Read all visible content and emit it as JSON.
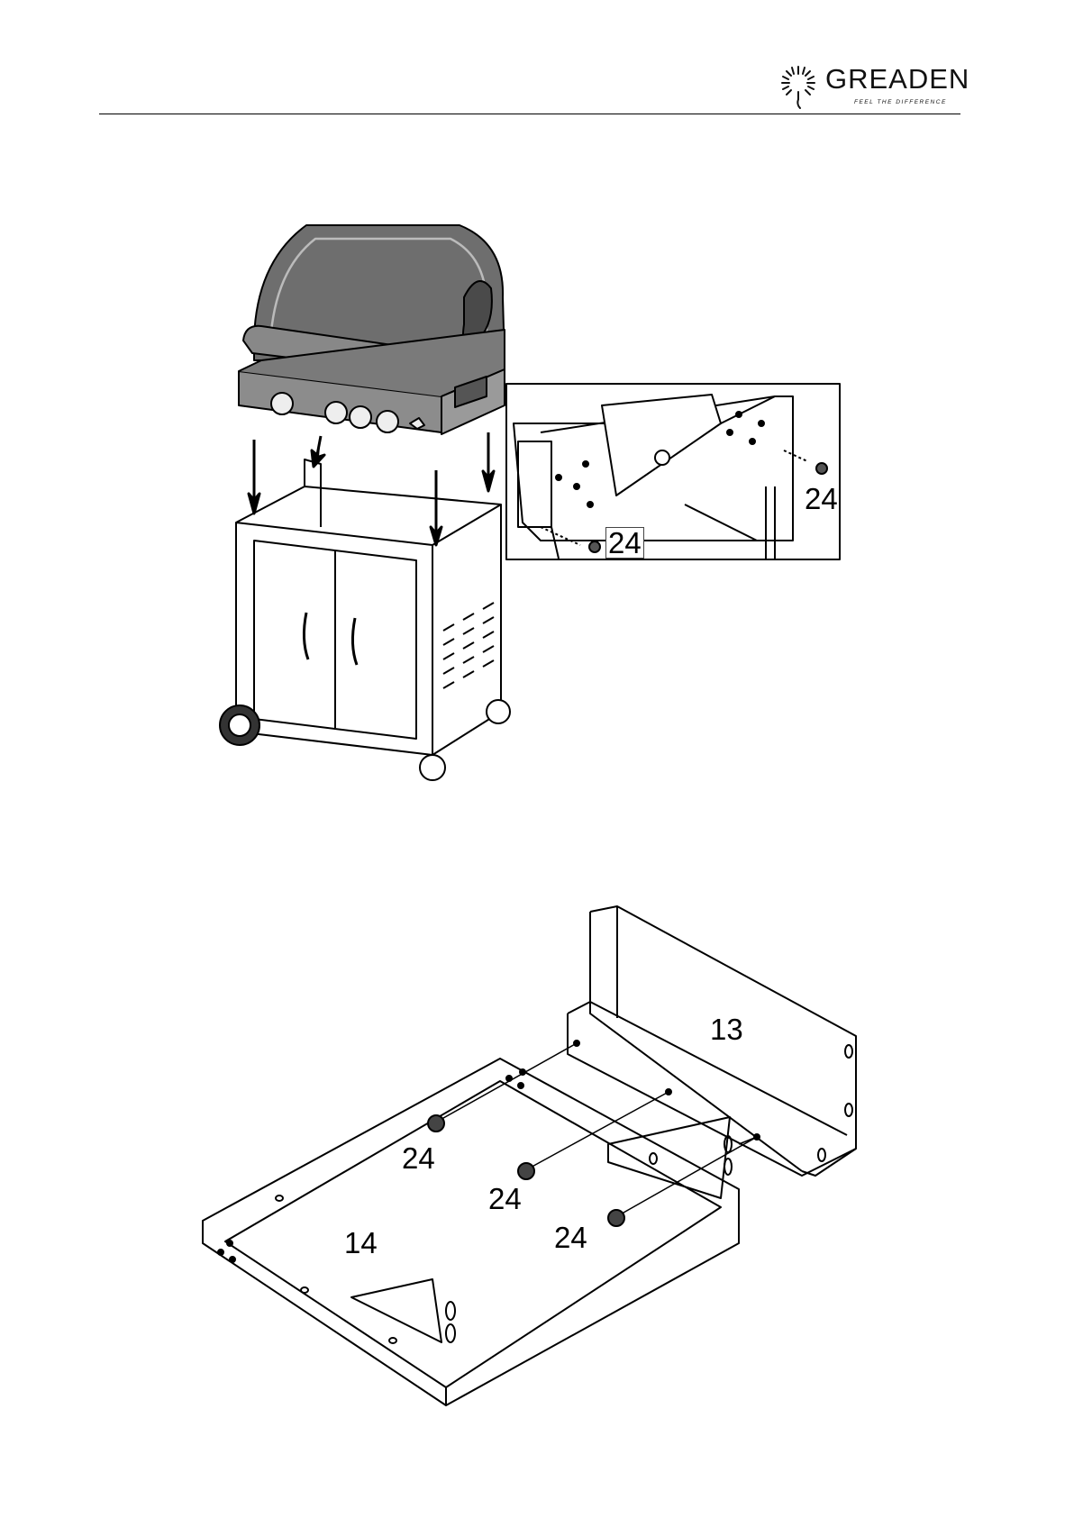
{
  "header": {
    "brand": "GREADEN",
    "tagline": "FEEL THE DIFFERENCE"
  },
  "figure1": {
    "callouts": [
      {
        "text": "24"
      },
      {
        "text": "24"
      }
    ]
  },
  "figure2": {
    "parts": [
      {
        "text": "13"
      },
      {
        "text": "14"
      },
      {
        "text": "24"
      },
      {
        "text": "24"
      },
      {
        "text": "24"
      }
    ]
  }
}
